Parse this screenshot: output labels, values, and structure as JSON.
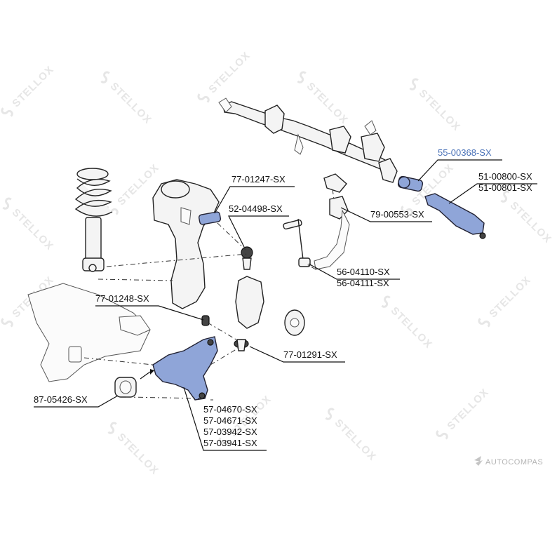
{
  "watermark": {
    "text": "STELLOX"
  },
  "brand": {
    "text": "AUTOCOMPAS"
  },
  "labels": [
    {
      "id": "55-00368-SX",
      "text": "55-00368-SX"
    },
    {
      "id": "51-00800-SX",
      "text": "51-00800-SX"
    },
    {
      "id": "51-00801-SX",
      "text": "51-00801-SX"
    },
    {
      "id": "77-01247-SX",
      "text": "77-01247-SX"
    },
    {
      "id": "52-04498-SX",
      "text": "52-04498-SX"
    },
    {
      "id": "79-00553-SX",
      "text": "79-00553-SX"
    },
    {
      "id": "56-04110-SX",
      "text": "56-04110-SX"
    },
    {
      "id": "56-04111-SX",
      "text": "56-04111-SX"
    },
    {
      "id": "77-01248-SX",
      "text": "77-01248-SX"
    },
    {
      "id": "77-01291-SX",
      "text": "77-01291-SX"
    },
    {
      "id": "87-05426-SX",
      "text": "87-05426-SX"
    },
    {
      "id": "57-04670-SX",
      "text": "57-04670-SX"
    },
    {
      "id": "57-04671-SX",
      "text": "57-04671-SX"
    },
    {
      "id": "57-03942-SX",
      "text": "57-03942-SX"
    },
    {
      "id": "57-03941-SX",
      "text": "57-03941-SX"
    }
  ],
  "colors": {
    "highlight_part": "#8fa5d8",
    "highlight_label": "#4a72b8",
    "watermark": "#e6e6e6"
  }
}
